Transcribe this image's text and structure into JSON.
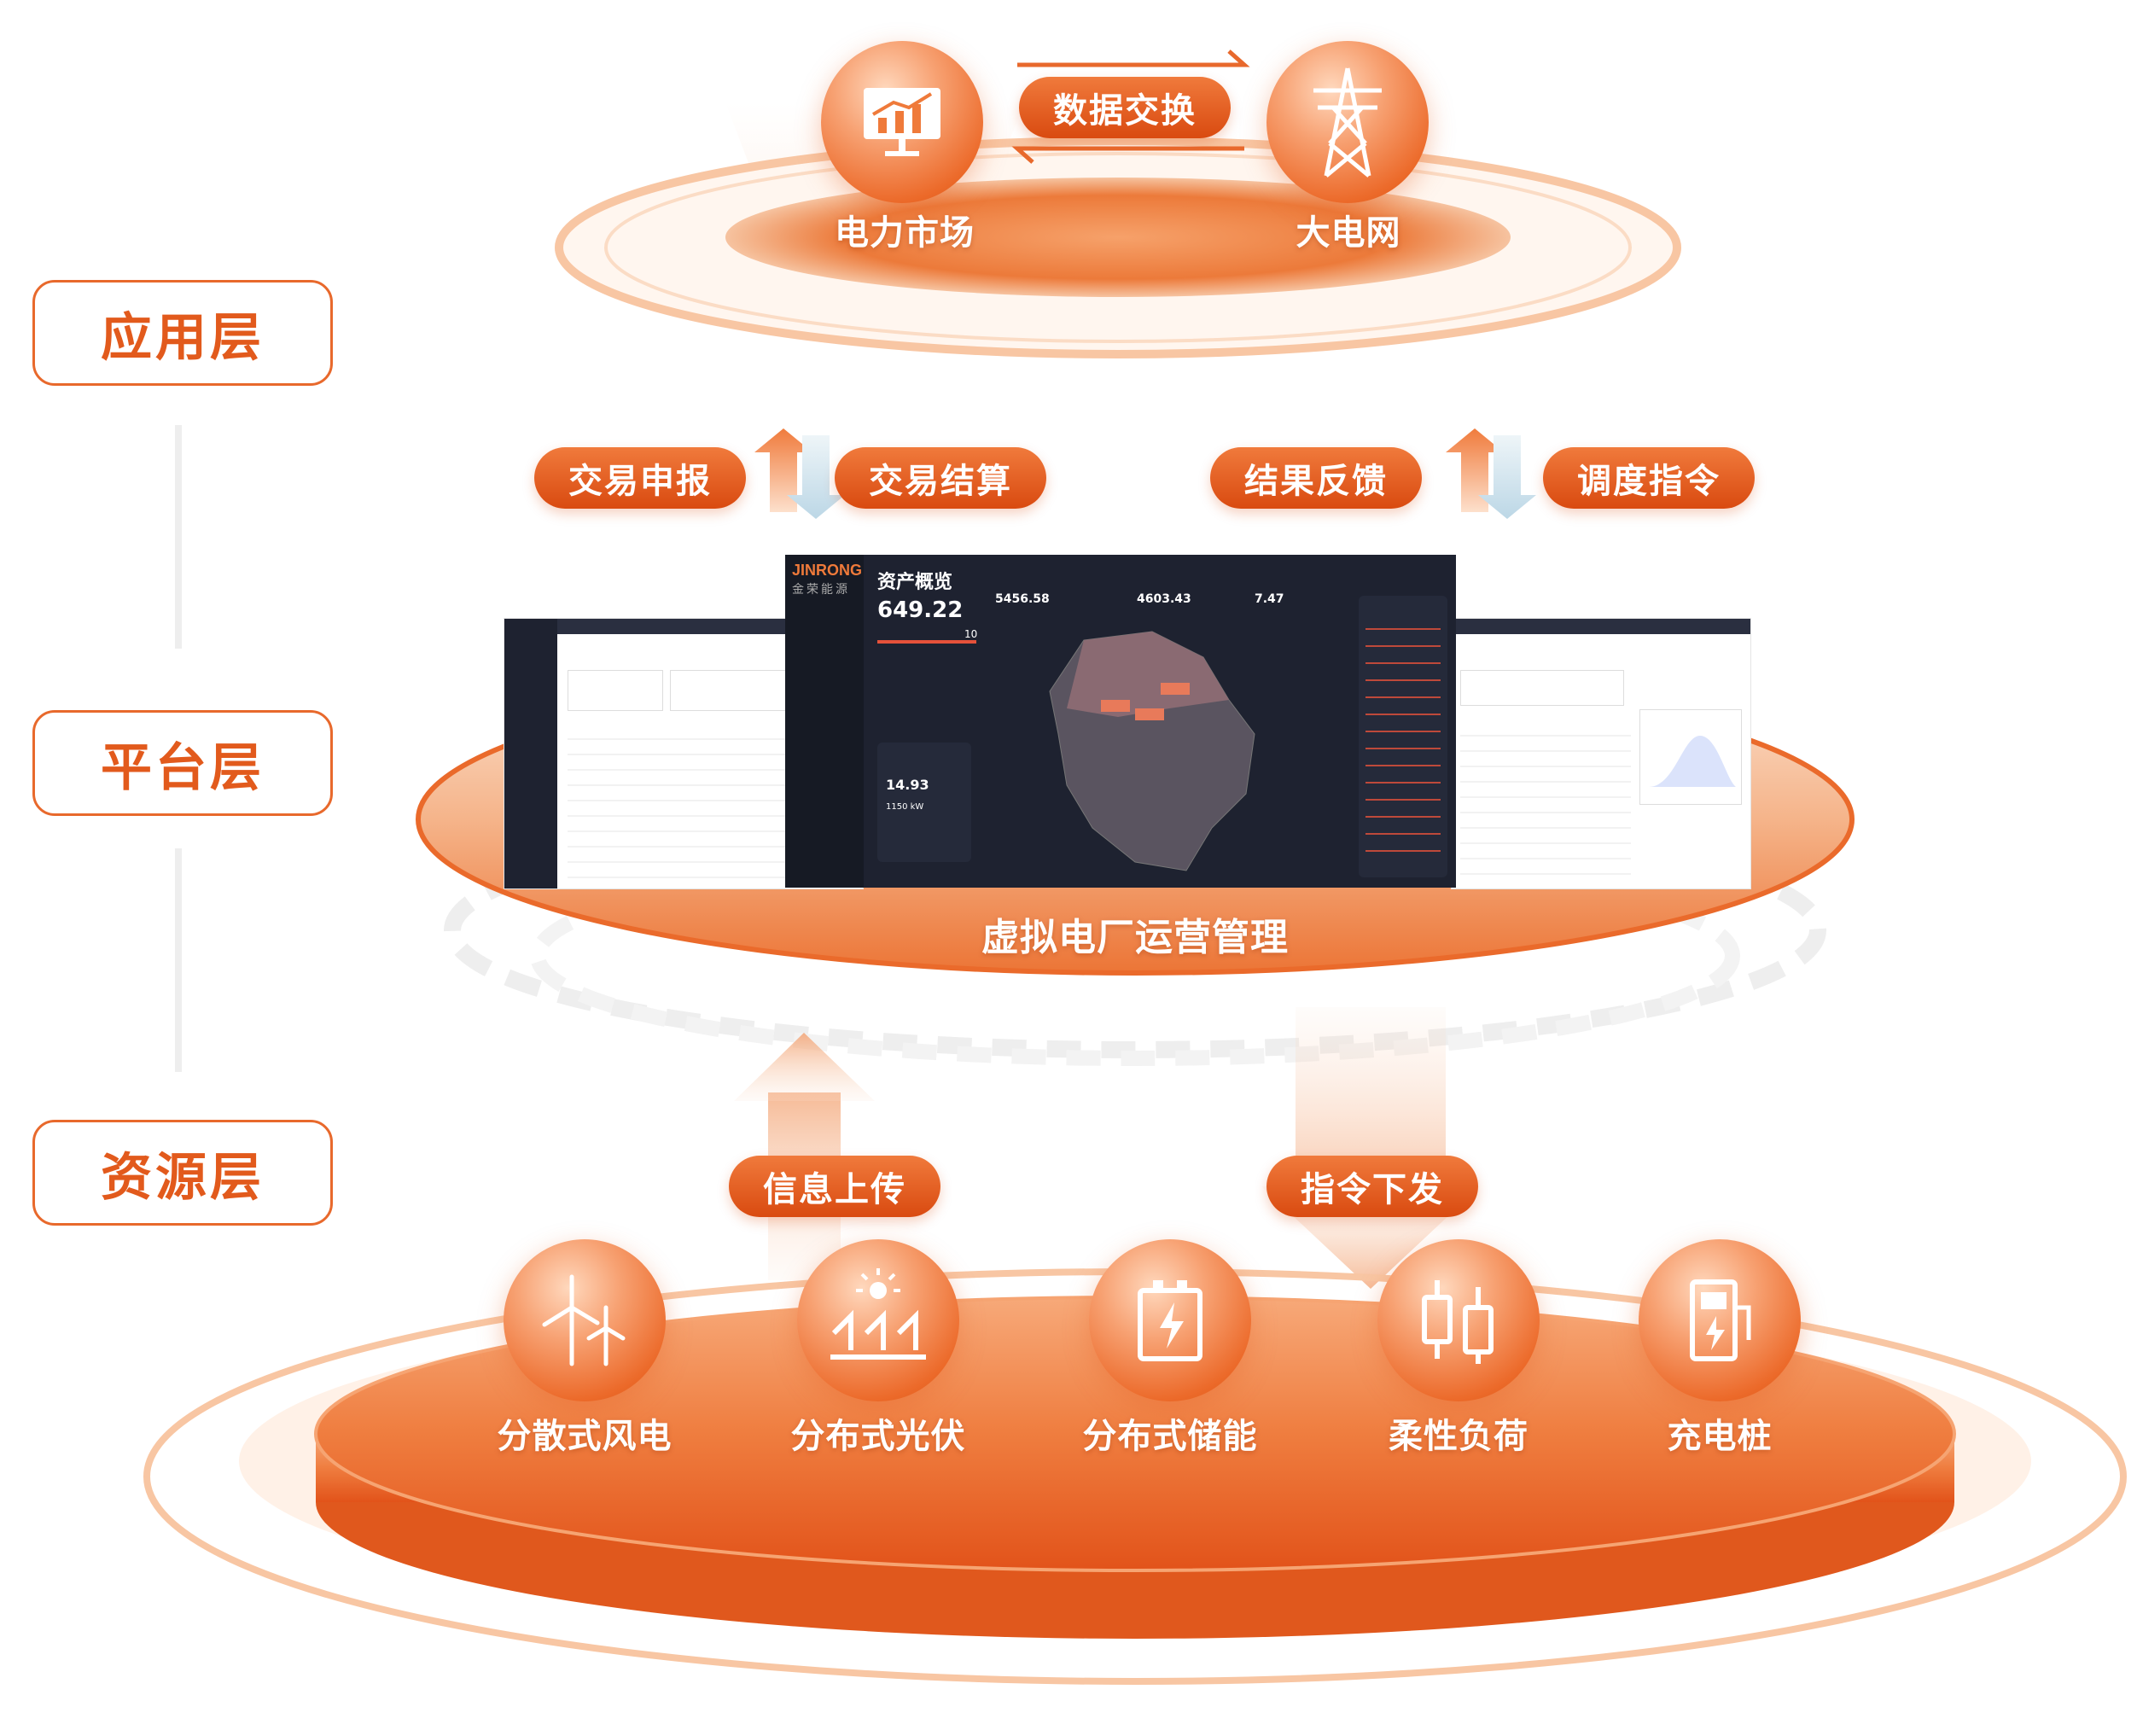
{
  "layers": {
    "application": "应用层",
    "platform": "平台层",
    "resource": "资源层"
  },
  "application": {
    "exchange_label": "数据交换",
    "left_node": "电力市场",
    "right_node": "大电网"
  },
  "flows_top": {
    "trade_report": "交易申报",
    "trade_settle": "交易结算",
    "result_feedback": "结果反馈",
    "dispatch_cmd": "调度指令"
  },
  "platform": {
    "name": "虚拟电厂运营管理",
    "center_screen": {
      "logo": "JINRONG",
      "logo_sub": "金荣能源",
      "title": "资产概览",
      "big_value": "649.22",
      "small_value": "10",
      "stat1": "5456.58",
      "stat2": "4603.43",
      "stat3": "7.47",
      "pv_value": "14.93",
      "pv_sub": "1150 kW"
    }
  },
  "flows_bottom": {
    "info_upload": "信息上传",
    "cmd_dispatch": "指令下发"
  },
  "resources": [
    {
      "label": "分散式风电",
      "icon": "wind-turbine-icon"
    },
    {
      "label": "分布式光伏",
      "icon": "solar-panel-icon"
    },
    {
      "label": "分布式储能",
      "icon": "battery-icon"
    },
    {
      "label": "柔性负荷",
      "icon": "load-icon"
    },
    {
      "label": "充电桩",
      "icon": "charging-pile-icon"
    }
  ],
  "colors": {
    "accent": "#e8692c",
    "accent_dark": "#d9520f",
    "light_blue_arrow": "#cfe3ee"
  }
}
